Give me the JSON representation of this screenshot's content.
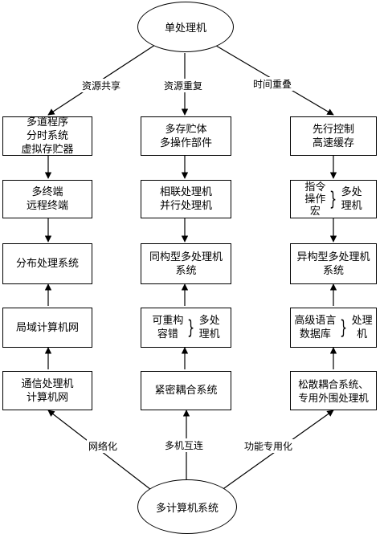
{
  "nodes": {
    "single": "单处理机",
    "multi": "多计算机系统"
  },
  "edge_labels": {
    "resource_sharing": "资源共享",
    "resource_repeat": "资源重复",
    "time_overlap": "时间重叠",
    "networking": "网络化",
    "interconnection": "多机互连",
    "specialization": "功能专用化"
  },
  "left": {
    "b1": [
      "多道程序",
      "分时系统",
      "虚拟存贮器"
    ],
    "b2": [
      "多终端",
      "远程终端"
    ],
    "b3": [
      "分布处理系统"
    ],
    "b4": [
      "局域计算机网"
    ],
    "b5": [
      "通信处理机",
      "计算机网"
    ]
  },
  "middle": {
    "b1": [
      "多存贮体",
      "多操作部件"
    ],
    "b2": [
      "相联处理机",
      "并行处理机"
    ],
    "b3": [
      "同构型多处理机",
      "系统"
    ],
    "b4": {
      "items": [
        "可重构",
        "容错"
      ],
      "brace": "}",
      "target": [
        "多处",
        "理机"
      ]
    },
    "b5": [
      "紧密耦合系统"
    ]
  },
  "right": {
    "b1": [
      "先行控制",
      "高速缓存"
    ],
    "b2": {
      "items": [
        "指令",
        "操作",
        "宏"
      ],
      "brace": "}",
      "target": [
        "多处",
        "理机"
      ]
    },
    "b3": [
      "异构型多处理机",
      "系统"
    ],
    "b4": {
      "items": [
        "高级语言",
        "数据库"
      ],
      "brace": "}",
      "target": [
        "处理",
        "机"
      ]
    },
    "b5": [
      "松散耦合系统、",
      "专用外围处理机"
    ]
  }
}
